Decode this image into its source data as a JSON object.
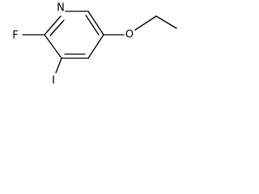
{
  "molecule": {
    "atoms": {
      "nitrogen": "N",
      "fluorine": "F",
      "iodine": "I",
      "oxygen": "O"
    },
    "colors": {
      "bond": "#000000",
      "label": "#000000",
      "background": "#ffffff"
    }
  }
}
